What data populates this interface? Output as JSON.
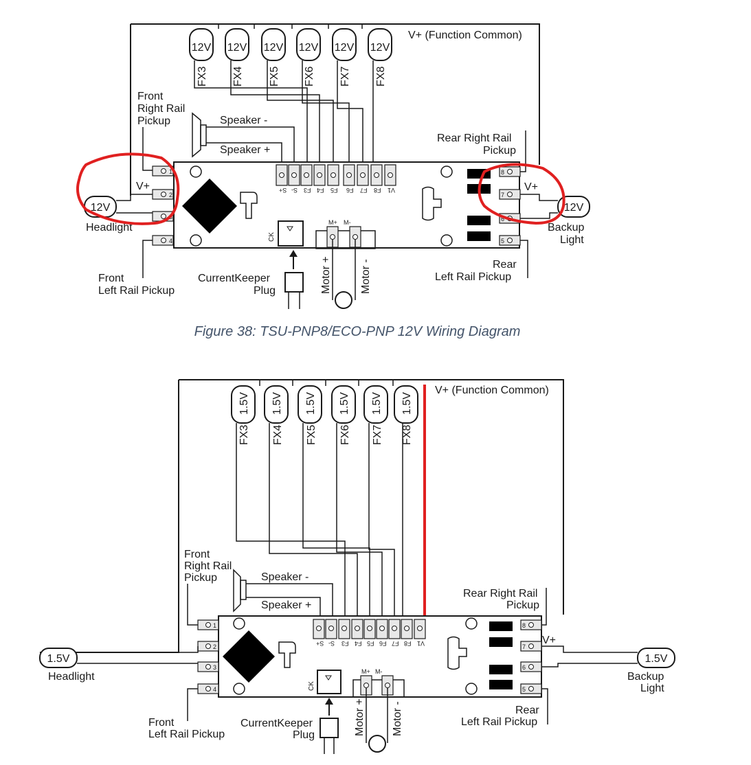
{
  "figure1": {
    "caption": "Figure 38: TSU-PNP8/ECO-PNP 12V Wiring Diagram",
    "bulb_voltage": "12V",
    "fx_labels": [
      "FX3",
      "FX4",
      "FX5",
      "FX6",
      "FX7",
      "FX8"
    ],
    "function_common": "V+ (Function Common)",
    "front_right_rail": [
      "Front",
      "Right Rail",
      "Pickup"
    ],
    "speaker_minus": "Speaker -",
    "speaker_plus": "Speaker +",
    "rear_right_rail": [
      "Rear Right Rail",
      "Pickup"
    ],
    "vplus": "V+",
    "headlight": "Headlight",
    "backup_light": [
      "Backup",
      "Light"
    ],
    "front_left_rail": [
      "Front",
      "Left Rail Pickup"
    ],
    "currentkeeper": [
      "CurrentKeeper",
      "Plug"
    ],
    "motor_plus": "Motor +",
    "motor_minus": "Motor -",
    "rear_left_rail": [
      "Rear",
      "Left Rail Pickup"
    ],
    "pad_labels": [
      "S+",
      "S-",
      "F3",
      "F4",
      "F5",
      "F6",
      "F7",
      "F8",
      "V1"
    ],
    "motor_pads": [
      "M+",
      "M-"
    ],
    "ck": "CK",
    "left_pins": [
      "1",
      "2",
      "3",
      "4"
    ],
    "right_pins": [
      "8",
      "7",
      "6",
      "5"
    ],
    "highlight_color": "#e02020"
  },
  "figure2": {
    "bulb_voltage": "1.5V",
    "fx_labels": [
      "FX3",
      "FX4",
      "FX5",
      "FX6",
      "FX7",
      "FX8"
    ],
    "function_common": "V+ (Function Common)",
    "front_right_rail": [
      "Front",
      "Right Rail",
      "Pickup"
    ],
    "speaker_minus": "Speaker -",
    "speaker_plus": "Speaker +",
    "rear_right_rail": [
      "Rear Right Rail",
      "Pickup"
    ],
    "vplus": "V+",
    "headlight": "Headlight",
    "backup_light": [
      "Backup",
      "Light"
    ],
    "front_left_rail": [
      "Front",
      "Left Rail Pickup"
    ],
    "currentkeeper": [
      "CurrentKeeper",
      "Plug"
    ],
    "motor_plus": "Motor +",
    "motor_minus": "Motor -",
    "rear_left_rail": [
      "Rear",
      "Left Rail Pickup"
    ],
    "highlight_color": "#e02020"
  }
}
